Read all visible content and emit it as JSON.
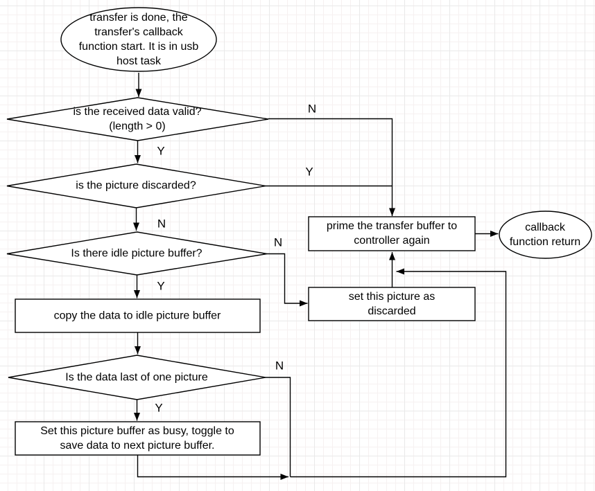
{
  "nodes": {
    "start": {
      "label": "transfer is done, the\ntransfer's callback\nfunction start. It is in usb\nhost task"
    },
    "valid_check": {
      "label": "is the received data valid?\n(length > 0)"
    },
    "discarded_check": {
      "label": "is the picture discarded?"
    },
    "idle_buffer_check": {
      "label": "Is there idle picture buffer?"
    },
    "copy_data": {
      "label": "copy the data to idle picture buffer"
    },
    "last_data_check": {
      "label": "Is the data last of one picture"
    },
    "set_busy": {
      "label": "Set this picture buffer as busy, toggle to\nsave data to next picture buffer."
    },
    "prime_transfer": {
      "label": "prime the transfer buffer to\ncontroller again"
    },
    "set_discarded": {
      "label": "set this picture as\ndiscarded"
    },
    "callback_return": {
      "label": "callback\nfunction return"
    }
  },
  "edge_labels": {
    "valid_no": "N",
    "valid_yes": "Y",
    "discarded_yes": "Y",
    "discarded_no": "N",
    "idle_no": "N",
    "idle_yes": "Y",
    "last_no": "N",
    "last_yes": "Y"
  },
  "colors": {
    "stroke": "#000000",
    "node_fill": "#ffffff",
    "background": "#ffffff",
    "grid_minor": "#f6f1f1",
    "grid_major": "#e9e9e9"
  }
}
